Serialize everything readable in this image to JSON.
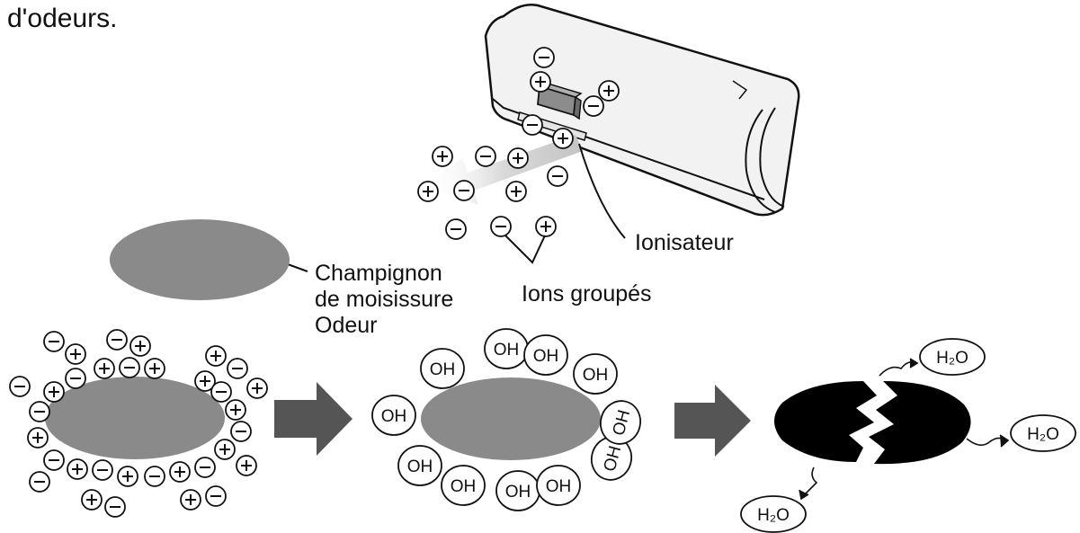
{
  "header": {
    "partial_text": "d'odeurs."
  },
  "labels": {
    "mold_line1": "Champignon",
    "mold_line2": "de moisissure",
    "mold_line3": "Odeur",
    "ionizer": "Ionisateur",
    "cluster_ions": "Ions groupés"
  },
  "glyphs": {
    "plus": "+",
    "minus": "−"
  },
  "molecules": {
    "oh": "OH",
    "h2o": "H₂O"
  },
  "colors": {
    "mold_gray": "#8a8a8a",
    "ion_fill": "#ffffff",
    "stroke": "#111111",
    "arrow_gray": "#555555",
    "air_flow": "#c8c8c8",
    "broken_black": "#000000"
  },
  "icons": {
    "ionizer_device": "wall-air-conditioner",
    "process_arrow": "right-arrow-block"
  }
}
